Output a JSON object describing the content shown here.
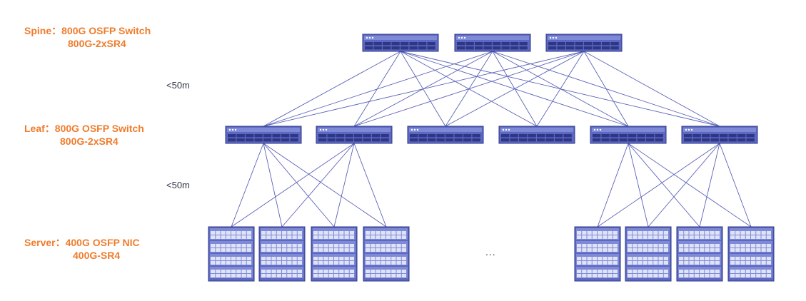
{
  "tiers": {
    "spine": {
      "name": "Spine：",
      "device": "800G OSFP Switch",
      "module": "800G-2xSR4"
    },
    "leaf": {
      "name": "Leaf：",
      "device": "800G  OSFP Switch",
      "module": "800G-2xSR4"
    },
    "server": {
      "name": "Server：",
      "device": "400G OSFP NIC",
      "module": "400G-SR4"
    }
  },
  "distances": {
    "spine_leaf": "<50m",
    "leaf_server": "<50m"
  },
  "ellipsis": "...",
  "counts": {
    "spine_switches": 3,
    "leaf_switches": 6,
    "server_racks": 8
  },
  "colors": {
    "label": "#f07c2c",
    "device_fill": "#5c68c4",
    "device_dark": "#2e3783",
    "link": "#5b63b8"
  }
}
